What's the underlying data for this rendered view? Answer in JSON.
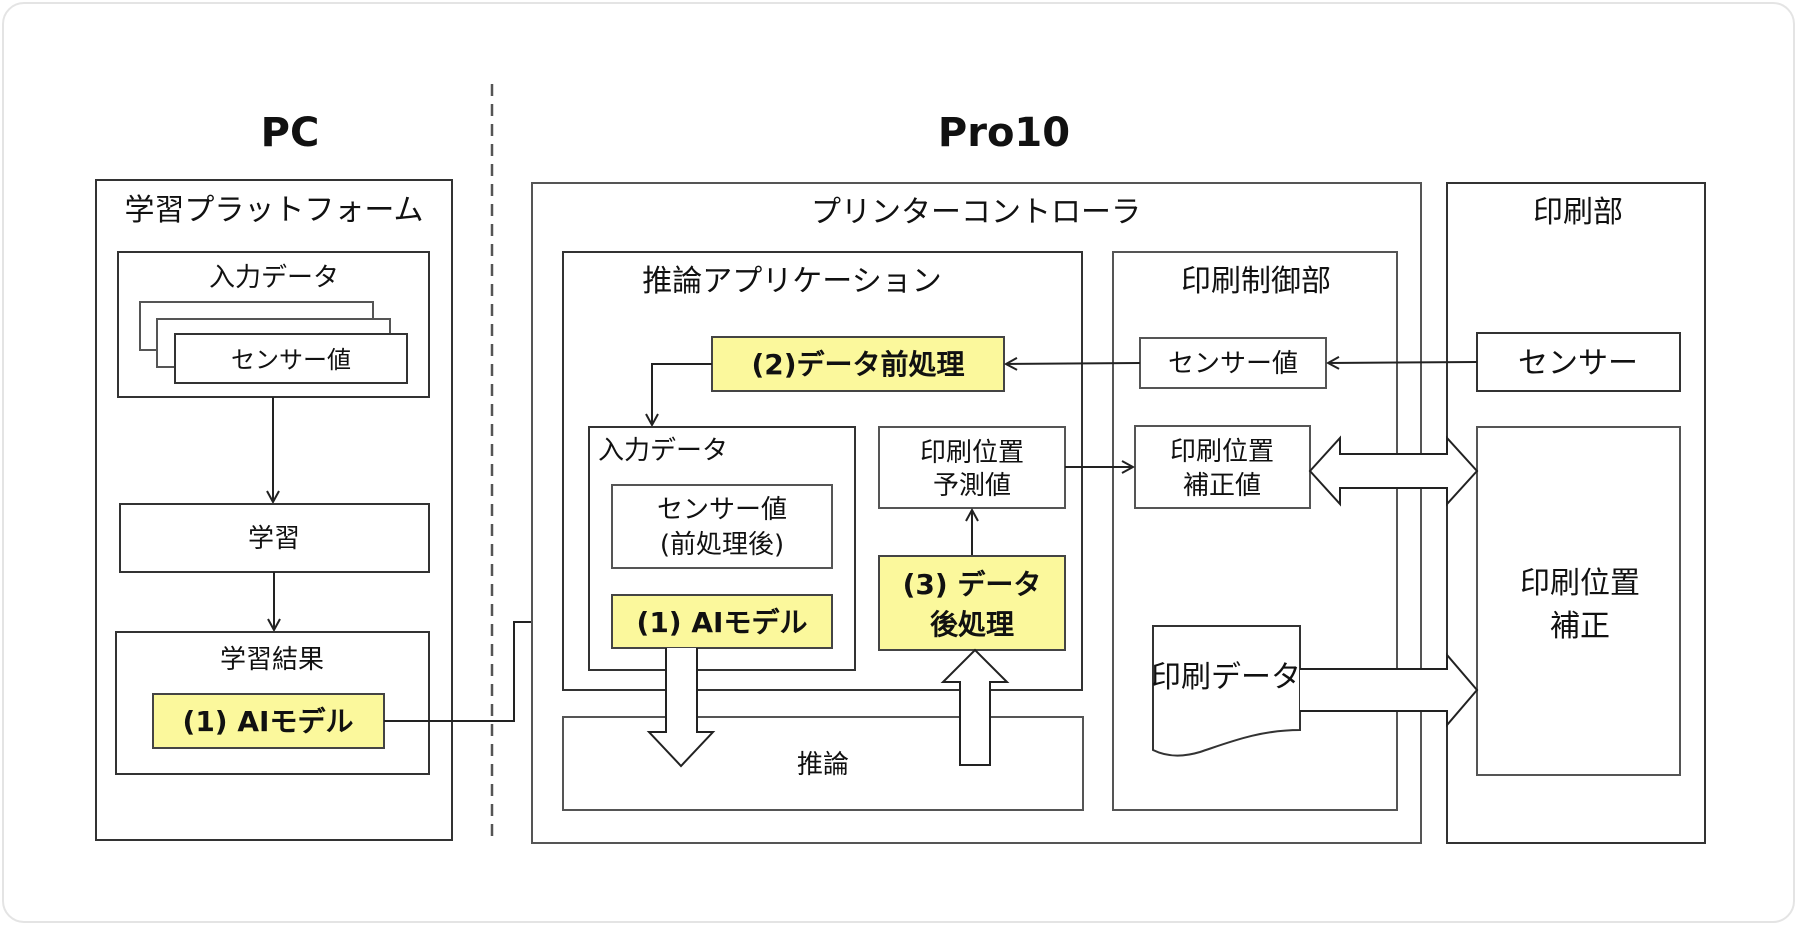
{
  "titles": {
    "pc": "PC",
    "pro10": "Pro10"
  },
  "pc": {
    "platform_label": "学習プラットフォーム",
    "input_data_label": "入力データ",
    "sensor_value_label": "センサー値",
    "learning_label": "学習",
    "learning_result_label": "学習結果",
    "ai_model_label": "(1) AIモデル"
  },
  "printer_controller": {
    "label": "プリンターコントローラ",
    "inference_app": {
      "label": "推論アプリケーション",
      "preprocess_label": "(2)データ前処理",
      "input_data_label": "入力データ",
      "sensor_preprocessed_line1": "センサー値",
      "sensor_preprocessed_line2": "(前処理後)",
      "ai_model_label": "(1) AIモデル",
      "prediction_line1": "印刷位置",
      "prediction_line2": "予測値",
      "postprocess_line1": "(3) データ",
      "postprocess_line2": "後処理"
    },
    "inference_label": "推論",
    "print_control": {
      "label": "印刷制御部",
      "sensor_value_label": "センサー値",
      "correction_value_line1": "印刷位置",
      "correction_value_line2": "補正値",
      "print_data_label": "印刷データ"
    }
  },
  "print_unit": {
    "label": "印刷部",
    "sensor_label": "センサー",
    "correction_line1": "印刷位置",
    "correction_line2": "補正"
  },
  "colors": {
    "highlight": "#fbf89c",
    "stroke": "#333333"
  }
}
